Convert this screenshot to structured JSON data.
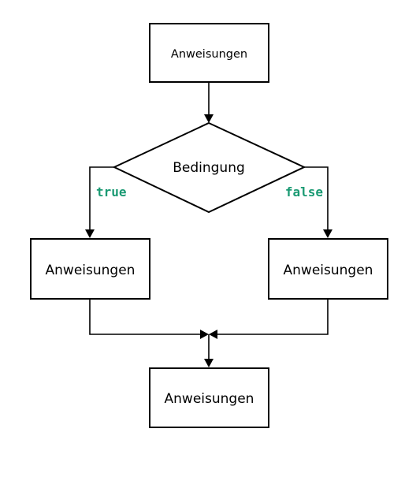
{
  "nodes": {
    "top": {
      "label": "Anweisungen"
    },
    "condition": {
      "label": "Bedingung"
    },
    "true_branch": {
      "label": "Anweisungen"
    },
    "false_branch": {
      "label": "Anweisungen"
    },
    "bottom": {
      "label": "Anweisungen"
    }
  },
  "edges": {
    "true_label": "true",
    "false_label": "false"
  },
  "colors": {
    "branch_label": "#1a9a73",
    "stroke": "#000000"
  }
}
